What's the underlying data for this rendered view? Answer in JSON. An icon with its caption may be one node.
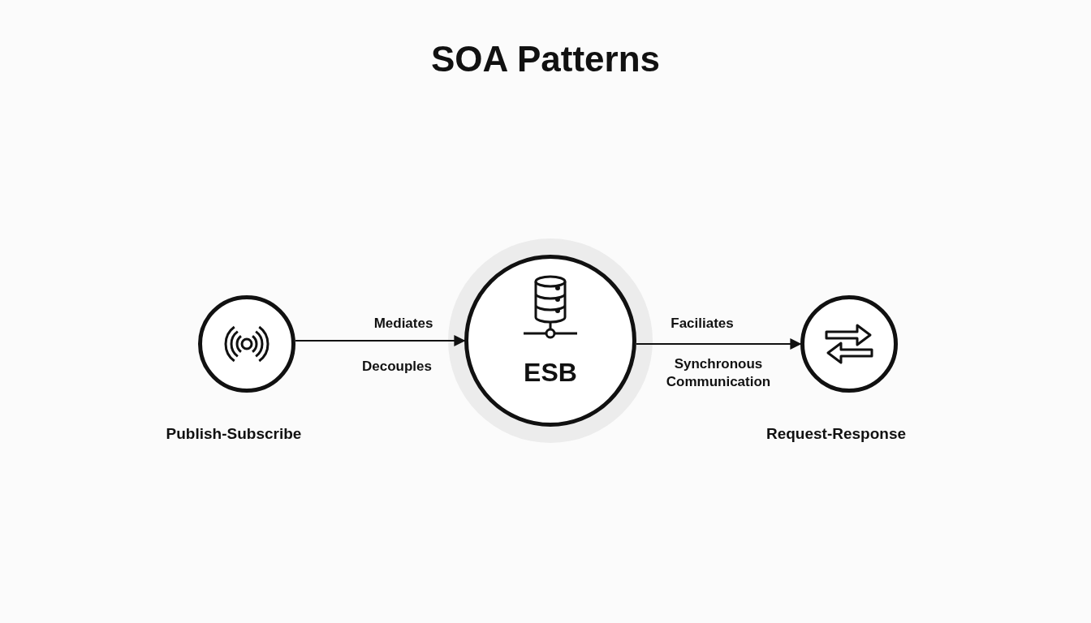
{
  "diagram": {
    "title": "SOA Patterns",
    "nodes": [
      {
        "text": [],
        "shape": "circle",
        "beside": [
          "Publish-Subscribe"
        ]
      },
      {
        "text": [
          "ESB"
        ]
      },
      {
        "text": [],
        "shape": "circle",
        "beside": [
          "Request-Response"
        ]
      }
    ],
    "edges": [
      {
        "from": 0,
        "to": 1,
        "arrow": "to",
        "label": "Mediates"
      },
      {
        "from": 1,
        "to": 2,
        "arrow": "to",
        "label": "Faciliates"
      }
    ],
    "labels": [
      "Decouples",
      "Synchronous Communication"
    ]
  }
}
